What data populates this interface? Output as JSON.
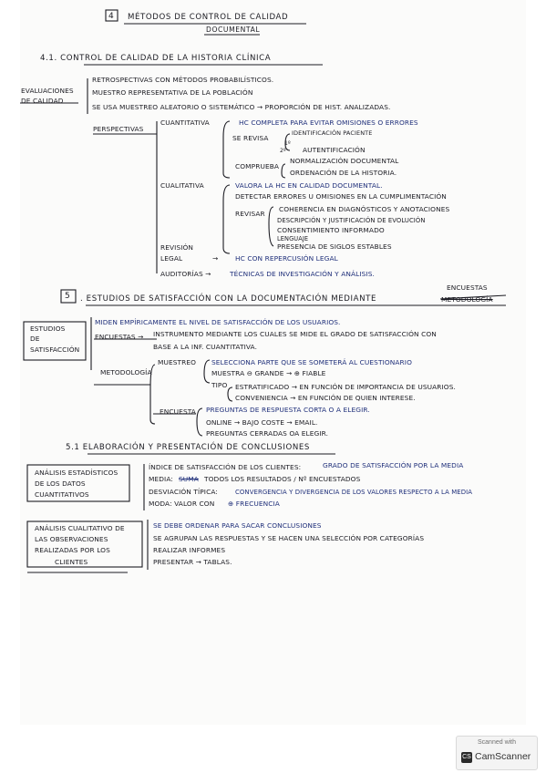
{
  "title": {
    "number": "4",
    "line1": "MÉTODOS DE CONTROL DE CALIDAD",
    "line2": "DOCUMENTAL"
  },
  "s41": {
    "heading": "4.1. CONTROL DE CALIDAD DE LA HISTORIA CLÍNICA",
    "label1": "EVALUACIONES",
    "label2": "DE CALIDAD",
    "l1": "RETROSPECTIVAS CON MÉTODOS PROBABILÍSTICOS.",
    "l2": "MUESTRO REPRESENTATIVA DE LA POBLACIÓN",
    "l3": "SE USA MUESTREO ALEATORIO O SISTEMÁTICO → PROPORCIÓN DE HIST. ANALIZADAS.",
    "persp": "PERSPECTIVAS",
    "cuanti": "CUANTITATIVA",
    "hc": "HC COMPLETA PARA EVITAR OMISIONES O ERRORES",
    "revisa": "SE REVISA",
    "idpac": "IDENTIFICACIÓN PACIENTE",
    "num1": "1º",
    "num2": "2º",
    "autent": "AUTENTIFICACIÓN",
    "comprueba": "COMPRUEBA",
    "normaliz": "NORMALIZACIÓN DOCUMENTAL",
    "orden": "ORDENACIÓN DE LA HISTORIA.",
    "cuali": "CUALITATIVA",
    "valora": "VALORA LA HC EN CALIDAD DOCUMENTAL.",
    "detectar": "DETECTAR ERRORES U OMISIONES EN LA CUMPLIMENTACIÓN",
    "revisar": "REVISAR",
    "coherencia": "COHERENCIA EN DIAGNÓSTICOS Y ANOTACIONES",
    "descripcion": "DESCRIPCIÓN Y JUSTIFICACIÓN DE EVOLUCIÓN",
    "consent": "CONSENTIMIENTO INFORMADO",
    "lenguaje": "LENGUAJE",
    "presencia": "PRESENCIA DE SIGLOS ESTABLES",
    "revision1": "REVISIÓN",
    "legal": "LEGAL",
    "legalarrow": "→",
    "legalblue": "HC CON REPERCUSIÓN LEGAL",
    "audit": "AUDITORÍAS →",
    "auditblue": "TÉCNICAS DE INVESTIGACIÓN Y ANÁLISIS."
  },
  "s5": {
    "num": "5",
    "heading": ". ESTUDIOS DE SATISFACCIÓN CON LA DOCUMENTACIÓN MEDIANTE",
    "struck": "METODOLOGÍA",
    "encuestas": "ENCUESTAS",
    "boxl1": "ESTUDIOS",
    "boxl2": "DE",
    "boxl3": "SATISFACCIÓN",
    "miden": "MIDEN EMPÍRICAMENTE EL NIVEL DE SATISFACCIÓN DE LOS USUARIOS.",
    "encuestas2": "ENCUESTAS →",
    "instr": "INSTRUMENTO MEDIANTE LOS CUALES SE MIDE EL GRADO DE SATISFACCIÓN CON",
    "base": "BASE A LA INF. CUANTITATIVA.",
    "metodologia": "METODOLOGÍA",
    "muestreo": "MUESTREO",
    "selecc": "SELECCIONA PARTE QUE SE SOMETERÁ AL CUESTIONARIO",
    "muestra": "MUESTRA ⊖ GRANDE → ⊕ FIABLE",
    "tipo": "TIPO",
    "estrat": "ESTRATIFICADO → EN FUNCIÓN DE IMPORTANCIA DE USUARIOS.",
    "conven": "CONVENIENCIA → EN FUNCIÓN DE QUIEN INTERESE.",
    "encuesta": "ENCUESTA",
    "preguntas": "PREGUNTAS DE RESPUESTA CORTA O A ELEGIR.",
    "online": "ONLINE → BAJO COSTE → EMAIL.",
    "cerradas": "PREGUNTAS CERRADAS OA ELEGIR."
  },
  "s51": {
    "heading": "5.1 ELABORACIÓN Y PRESENTACIÓN DE CONCLUSIONES",
    "box1a": "ANÁLISIS ESTADÍSTICOS",
    "box1b": "DE LOS DATOS",
    "box1c": "CUANTITATIVOS",
    "indice": "ÍNDICE DE SATISFACCIÓN DE LOS CLIENTES:",
    "indiceblue": "GRADO DE SATISFACCIÓN POR LA MEDIA",
    "media": "MEDIA:",
    "struck": "SUMA",
    "media2": "TODOS LOS RESULTADOS / Nº ENCUESTADOS",
    "desv": "DESVIACIÓN TÍPICA:",
    "desvblue": "CONVERGENCIA Y DIVERGENCIA DE LOS VALORES RESPECTO A LA MEDIA",
    "moda": "MODA: VALOR CON",
    "modablue": "⊕ FRECUENCIA",
    "box2a": "ANÁLISIS CUALITATIVO DE",
    "box2b": "LAS OBSERVACIONES",
    "box2c": "REALIZADAS POR LOS",
    "box2d": "CLIENTES",
    "ordenar": "SE DEBE ORDENAR PARA SACAR CONCLUSIONES",
    "agrupan": "SE AGRUPAN LAS RESPUESTAS Y SE HACEN UNA SELECCIÓN POR CATEGORÍAS",
    "informes": "REALIZAR INFORMES",
    "presentar": "PRESENTAR → TABLAS."
  },
  "watermark": {
    "scanned": "Scanned with",
    "cs": "CS",
    "brand": "CamScanner"
  },
  "colors": {
    "ink": "#1b1b22",
    "blue": "#1f2f7a",
    "paper": "#fbfbfa"
  }
}
